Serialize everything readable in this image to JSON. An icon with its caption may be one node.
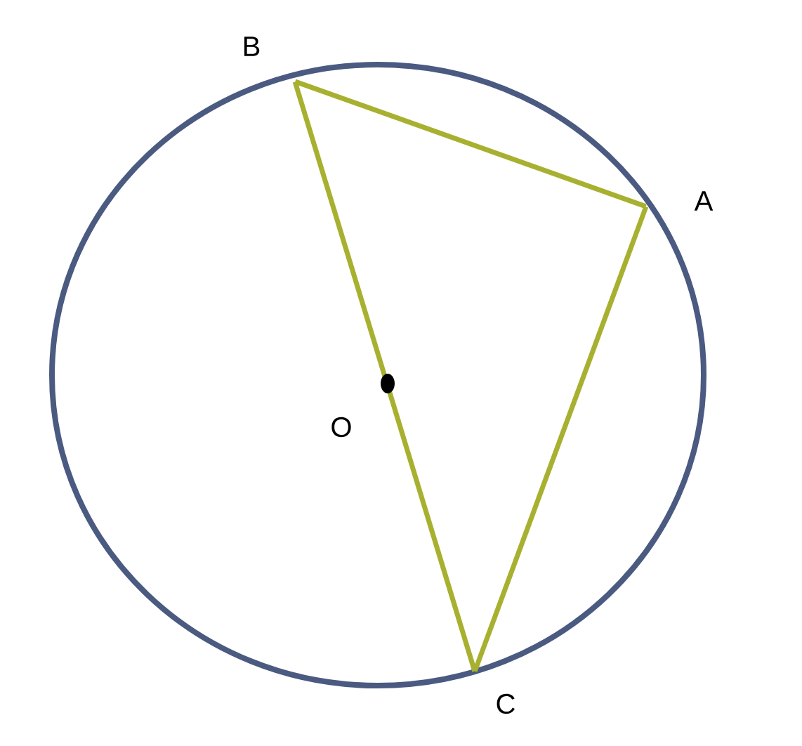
{
  "diagram": {
    "nodes": [
      {
        "text": [],
        "shape": "point",
        "beside": [
          "B"
        ]
      },
      {
        "text": [],
        "shape": "point",
        "beside": [
          "A"
        ]
      },
      {
        "text": [],
        "shape": "point",
        "beside": [
          "C"
        ]
      }
    ],
    "edges": [
      {
        "from": 0,
        "to": 1,
        "arrow": "none"
      },
      {
        "from": 1,
        "to": 2,
        "arrow": "none"
      },
      {
        "from": 2,
        "to": 0,
        "arrow": "none"
      }
    ],
    "labels": [
      "O"
    ]
  }
}
